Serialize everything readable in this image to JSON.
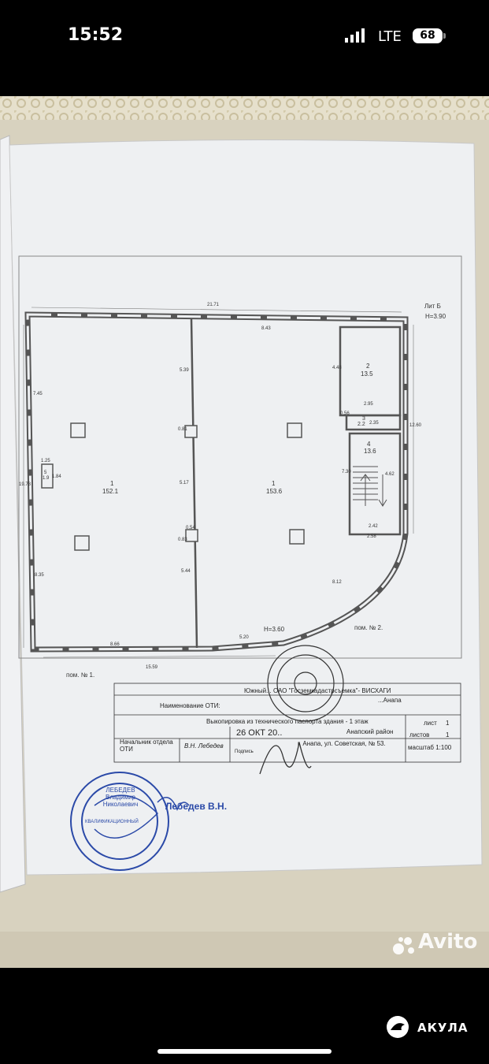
{
  "status": {
    "time": "15:52",
    "network": "LTE",
    "battery": "68"
  },
  "plan": {
    "lit": "Лит Б",
    "height_top": "Н=3.90",
    "height_center": "Н=3.60",
    "room1_num": "1",
    "room1_area": "152.1",
    "room1b_num": "1",
    "room1b_area": "153.6",
    "room2_num": "2",
    "room2_area": "13.5",
    "room3_num": "3",
    "room3_area": "2.2",
    "room4_num": "4",
    "room4_area": "13.6",
    "room5_num": "5",
    "room5_area": "1.9",
    "pom1": "пом. № 1.",
    "pom2": "пом. № 2.",
    "dims": {
      "top": "21.71",
      "top_right": "8.43",
      "left_upper": "7.45",
      "left_total": "19.73",
      "left_lower": "8.35",
      "col_upper": "5.39",
      "col_mid": "5.17",
      "col_lower": "5.44",
      "col_w1": "0.81",
      "col_w2": "0.54",
      "col_w3": "0.83",
      "bottom_left": "8.66",
      "bottom_total": "15.59",
      "bottom_mid": "5.20",
      "r2_h": "4.48",
      "r2_w": "2.95",
      "r3": "0.56",
      "r3_w": "2.35",
      "stair_h": "7.30",
      "stair_h2": "4.62",
      "stair_w": "2.42",
      "stair_w2": "2.58",
      "right_total": "12.60",
      "arc": "8.12",
      "small1": "1.25",
      "small2": "1.84"
    }
  },
  "form": {
    "oti_label": "Наименование ОТИ:",
    "oti_value": "Южный... ОАО \"Госземкадастрсъемка\"- ВИСХАГИ",
    "oti_value2": "...Анапа",
    "copy_label": "Выкопировка из технического паспорта здания - 1 этаж",
    "chief_label": "Начальник отдела ОТИ",
    "chief_name": "В.Н. Лебедев",
    "date": "26 ОКТ 20..",
    "sign": "Подпись",
    "address1": "Анапский район",
    "address2": "г. Анапа, ул. Советская, № 53.",
    "sheet": "лист",
    "sheet_val": "1",
    "sheets": "листов",
    "sheets_val": "1",
    "scale": "масштаб 1:100",
    "signature_name": "Лебедев В.Н.",
    "stamp_name": "ЛЕБЕДЕВ Владимир Николаевич",
    "stamp_cert": "КВАЛИФИКАЦИОННЫЙ"
  },
  "watermark": "Avito",
  "brand": "АКУЛА",
  "colors": {
    "paper": "#eef0f2",
    "wall": "#555555",
    "stamp": "#2b4aa8",
    "ink": "#222222"
  }
}
